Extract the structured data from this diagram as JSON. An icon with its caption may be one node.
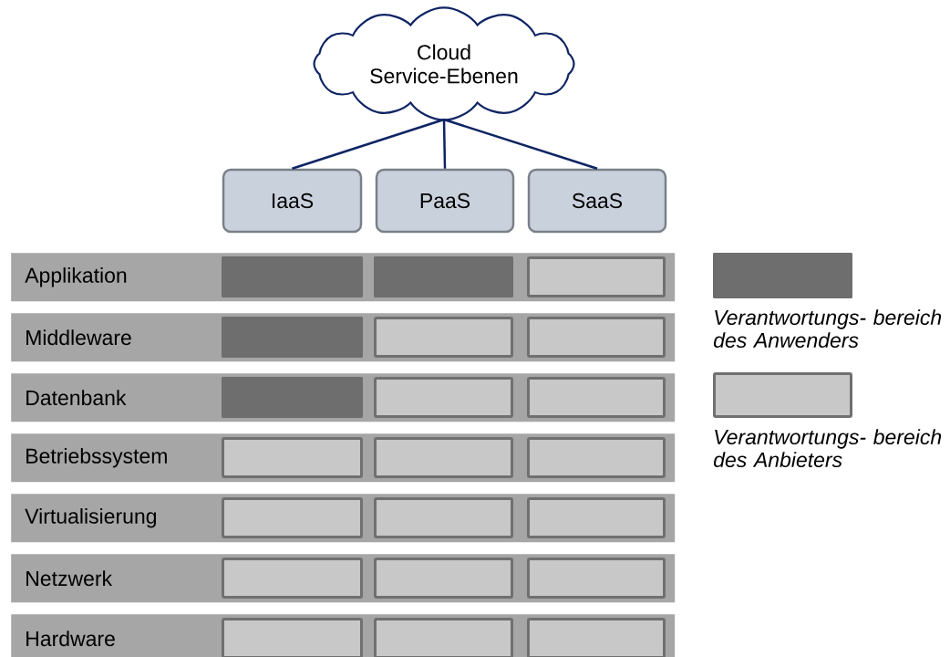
{
  "diagram": {
    "nodes": [
      {
        "text": [
          "Cloud Service-Ebenen"
        ]
      },
      {
        "text": [
          "IaaS"
        ]
      },
      {
        "text": [
          "PaaS"
        ]
      },
      {
        "text": [
          "SaaS"
        ]
      },
      {
        "text": [
          "Applikation"
        ]
      },
      {
        "text": [],
        "shape": "box",
        "in": 4
      },
      {
        "text": [],
        "shape": "box",
        "in": 4
      },
      {
        "text": [],
        "shape": "box",
        "in": 4
      },
      {
        "text": [
          "Middleware"
        ]
      },
      {
        "text": [],
        "shape": "box",
        "in": 8
      },
      {
        "text": [],
        "shape": "box",
        "in": 8
      },
      {
        "text": [],
        "shape": "box",
        "in": 8
      },
      {
        "text": [
          "Datenbank"
        ]
      },
      {
        "text": [],
        "shape": "box",
        "in": 12
      },
      {
        "text": [],
        "shape": "box",
        "in": 12
      },
      {
        "text": [],
        "shape": "box",
        "in": 12
      },
      {
        "text": [
          "Betriebssystem"
        ]
      },
      {
        "text": [],
        "shape": "box",
        "in": 16
      },
      {
        "text": [],
        "shape": "box",
        "in": 16
      },
      {
        "text": [],
        "shape": "box",
        "in": 16
      },
      {
        "text": [
          "Virtualisierung"
        ]
      },
      {
        "text": [],
        "shape": "box",
        "in": 20
      },
      {
        "text": [],
        "shape": "box",
        "in": 20
      },
      {
        "text": [],
        "shape": "box",
        "in": 20
      },
      {
        "text": [
          "Netzwerk"
        ]
      },
      {
        "text": [],
        "shape": "box",
        "in": 24
      },
      {
        "text": [],
        "shape": "box",
        "in": 24
      },
      {
        "text": [],
        "shape": "box",
        "in": 24
      },
      {
        "text": [
          "Hardware"
        ]
      },
      {
        "text": [],
        "shape": "box",
        "in": 28
      },
      {
        "text": [],
        "shape": "box",
        "in": 28
      },
      {
        "text": [],
        "shape": "box",
        "in": 28
      }
    ],
    "edges": [
      {
        "from": 0,
        "to": 1,
        "arrow": "none"
      },
      {
        "from": 0,
        "to": 2,
        "arrow": "none"
      },
      {
        "from": 0,
        "to": 3,
        "arrow": "none"
      }
    ],
    "legend": [
      {
        "text": "Verantwortungs- bereich des Anwenders",
        "color": "#6e6e6e"
      },
      {
        "text": "Verantwortungs- bereich des Anbieters",
        "color": "#c8c8c8"
      }
    ]
  }
}
